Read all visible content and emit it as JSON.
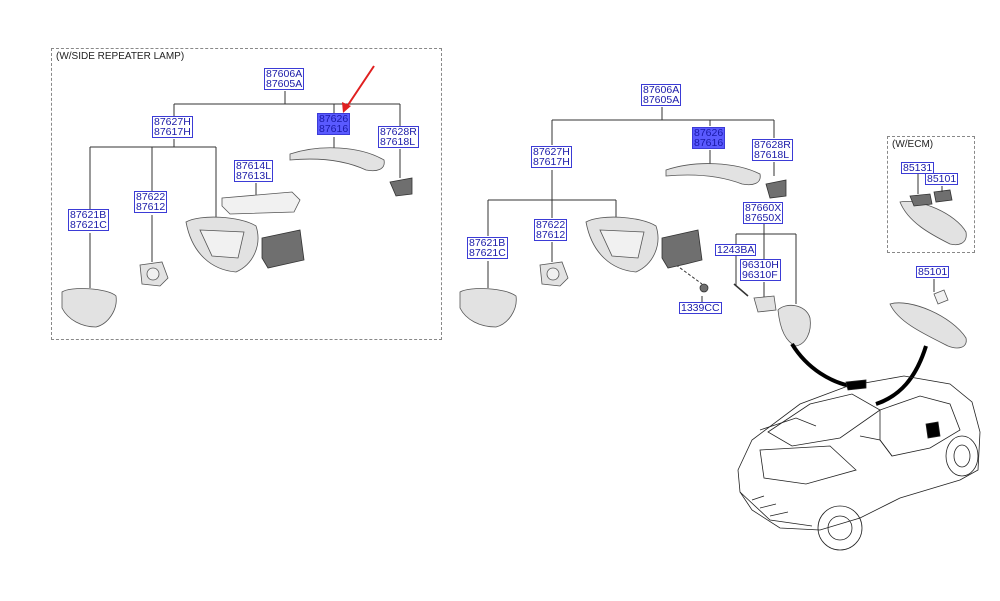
{
  "frames": {
    "side_repeater": "(W/SIDE REPEATER LAMP)",
    "ecm": "(W/ECM)"
  },
  "parts": {
    "left": {
      "mirror_assy": [
        "87606A",
        "87605A"
      ],
      "scalp": [
        "87626",
        "87616"
      ],
      "cover": [
        "87628R",
        "87618L"
      ],
      "housing": [
        "87627H",
        "87617H"
      ],
      "repeater": [
        "87614L",
        "87613L"
      ],
      "glass": [
        "87621B",
        "87621C"
      ],
      "actuator": [
        "87622",
        "87612"
      ]
    },
    "middle": {
      "mirror_assy": [
        "87606A",
        "87605A"
      ],
      "scalp": [
        "87626",
        "87616"
      ],
      "cover": [
        "87628R",
        "87618L"
      ],
      "housing": [
        "87627H",
        "87617H"
      ],
      "glass": [
        "87621B",
        "87621C"
      ],
      "actuator": [
        "87622",
        "87612"
      ],
      "garnish": [
        "87660X",
        "87650X"
      ],
      "screw_a": [
        "1243BA"
      ],
      "sensor": [
        "96310H",
        "96310F"
      ],
      "screw_b": [
        "1339CC"
      ]
    },
    "ecm": {
      "cover": [
        "85131"
      ],
      "mirror_ecm": [
        "85101"
      ],
      "mirror": [
        "85101"
      ]
    }
  },
  "colors": {
    "label_border": "#3b3bd6",
    "label_text": "#1a1aa8",
    "highlight": "#5a5aff",
    "arrow": "#e02020"
  },
  "highlighted_part": "87626"
}
